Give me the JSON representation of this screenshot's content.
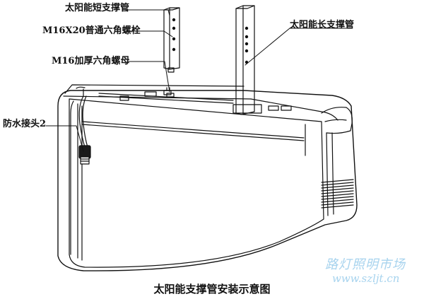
{
  "labels": {
    "short_pipe": "太阳能短支撑管",
    "bolt": "M16X20普通六角螺栓",
    "nut": "M16加厚六角螺母",
    "long_pipe": "太阳能长支撑管",
    "connector": "防水接头2"
  },
  "caption": "太阳能支撑管安装示意图",
  "watermark": {
    "line1": "路灯照明市场",
    "line2": "www.szljt.cn"
  },
  "colors": {
    "line": "#111111",
    "watermark": "#a7d3ee"
  }
}
